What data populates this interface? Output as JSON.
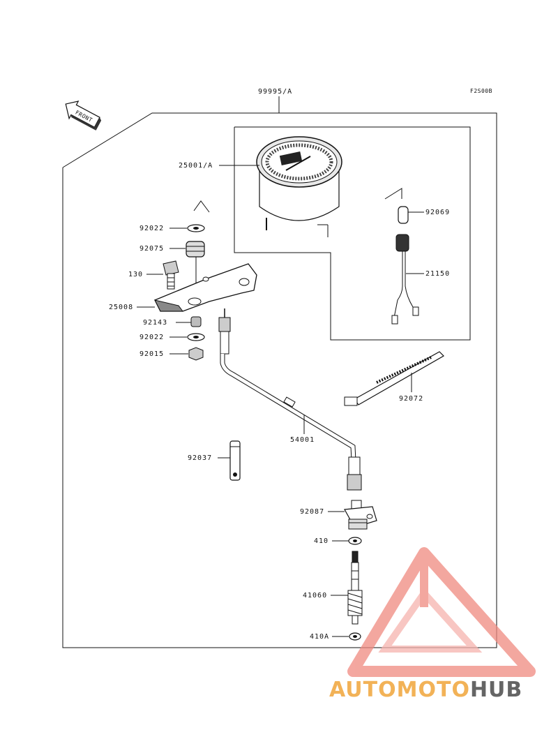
{
  "diagram": {
    "code": "F2S00B",
    "front_label": "FRONT",
    "assembly_label": "99995/A"
  },
  "parts": {
    "p25001A": "25001/A",
    "p92069": "92069",
    "p21150": "21150",
    "p92022_top": "92022",
    "p92075": "92075",
    "p130": "130",
    "p25008": "25008",
    "p92143": "92143",
    "p92022_bottom": "92022",
    "p92015": "92015",
    "p92072": "92072",
    "p54001": "54001",
    "p92037": "92037",
    "p92087": "92087",
    "p410": "410",
    "p41060": "41060",
    "p410A": "410A"
  },
  "watermark": {
    "part1": "AUTOMOTO",
    "part2": "HUB",
    "color_primary": "#f0a53a",
    "color_secondary": "#e8645a",
    "color_dark": "#555555"
  }
}
